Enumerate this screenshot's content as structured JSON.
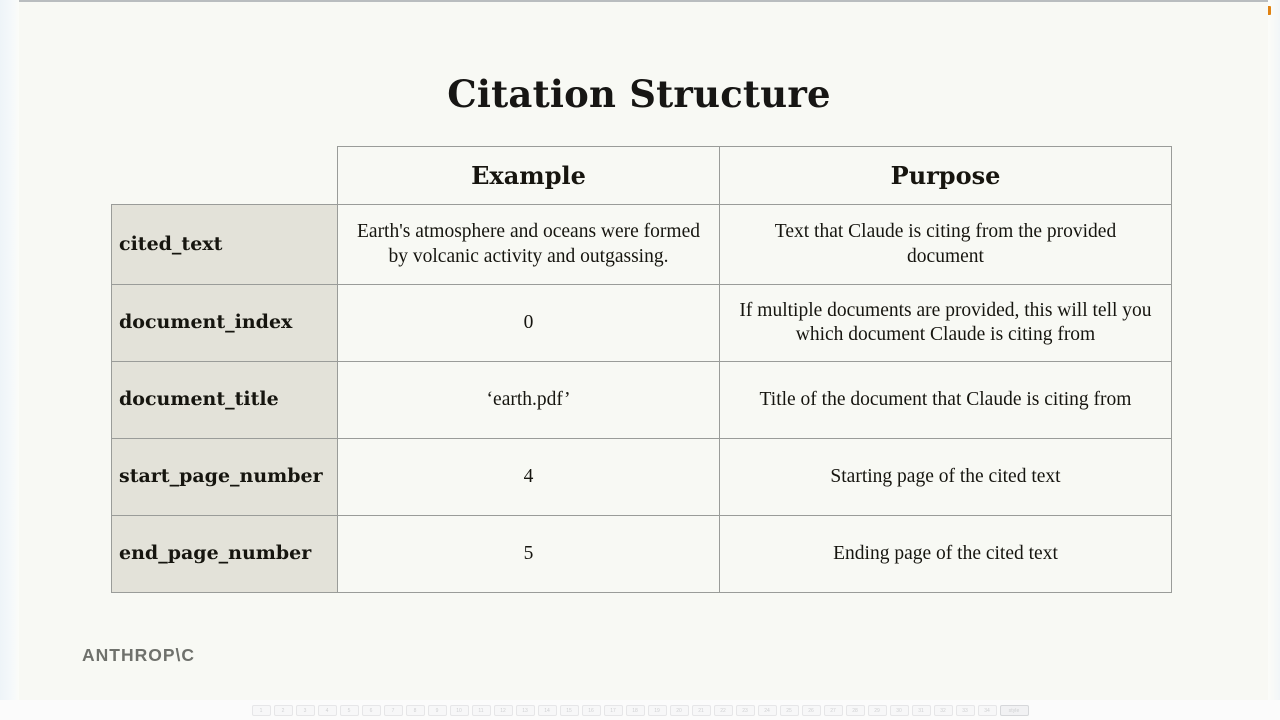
{
  "slide": {
    "title": "Citation Structure",
    "wordmark": "ANTHROP\\C",
    "background_color": "#f8f9f4",
    "label_column_color": "#e3e2d9",
    "border_color": "#9a9c99",
    "accent_color": "#e08211"
  },
  "table": {
    "headers": [
      "",
      "Example",
      "Purpose"
    ],
    "rows": [
      {
        "field": "cited_text",
        "example": "Earth's atmosphere and oceans were formed by volcanic activity and outgassing.",
        "purpose": "Text that Claude is citing from the provided document"
      },
      {
        "field": "document_index",
        "example": "0",
        "purpose": "If multiple documents are provided, this will tell you which document Claude is citing from"
      },
      {
        "field": "document_title",
        "example": "‘earth.pdf’",
        "purpose": "Title of the document that Claude is citing from"
      },
      {
        "field": "start_page_number",
        "example": "4",
        "purpose": "Starting page of the cited text"
      },
      {
        "field": "end_page_number",
        "example": "5",
        "purpose": "Ending page of the cited text"
      }
    ]
  },
  "thumbnail_strip": {
    "labels": [
      "1",
      "2",
      "3",
      "4",
      "5",
      "6",
      "7",
      "8",
      "9",
      "10",
      "11",
      "12",
      "13",
      "14",
      "15",
      "16",
      "17",
      "18",
      "19",
      "20",
      "21",
      "22",
      "23",
      "24",
      "25",
      "26",
      "27",
      "28",
      "29",
      "30",
      "31",
      "32",
      "33",
      "34"
    ],
    "trailing_label": "style"
  }
}
